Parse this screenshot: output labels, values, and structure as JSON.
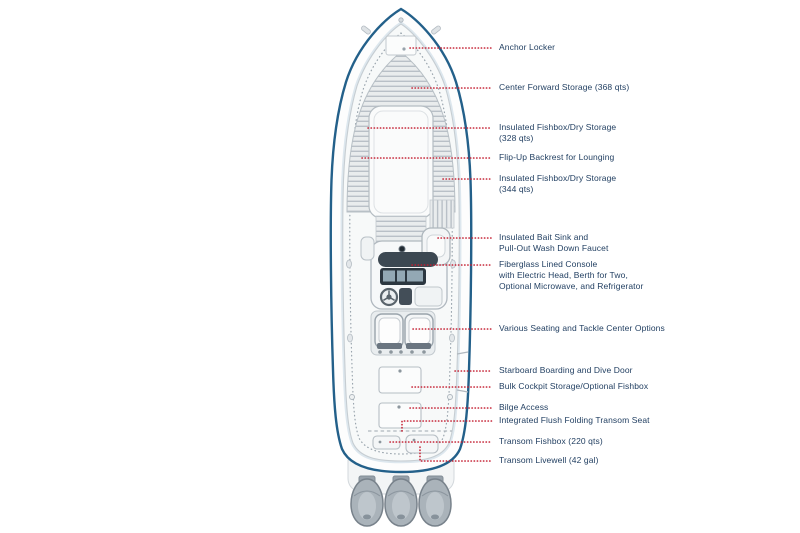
{
  "diagram": {
    "title": "",
    "subject": "center-console boat deck plan, top-down view, with feature callouts",
    "engine_count": 3
  },
  "colors": {
    "leader_line": "#c41e31",
    "label_text": "#1e3c5f",
    "hull_outline": "#23608a",
    "deck_shading": "#e9eced"
  },
  "callouts": [
    {
      "id": "anchor-locker",
      "text": "Anchor Locker"
    },
    {
      "id": "center-forward-storage",
      "text": "Center Forward Storage (368 qts)"
    },
    {
      "id": "fishbox-328",
      "text": "Insulated Fishbox/Dry Storage\n(328 qts)"
    },
    {
      "id": "flip-up-backrest",
      "text": "Flip-Up Backrest for Lounging"
    },
    {
      "id": "fishbox-344",
      "text": "Insulated Fishbox/Dry Storage\n(344 qts)"
    },
    {
      "id": "bait-sink",
      "text": "Insulated Bait Sink and\nPull-Out Wash Down Faucet"
    },
    {
      "id": "console",
      "text": "Fiberglass Lined Console\nwith Electric Head, Berth for Two,\nOptional Microwave, and Refrigerator"
    },
    {
      "id": "seating-options",
      "text": "Various Seating and Tackle Center Options"
    },
    {
      "id": "dive-door",
      "text": "Starboard Boarding and Dive Door"
    },
    {
      "id": "bulk-cockpit-storage",
      "text": "Bulk Cockpit Storage/Optional Fishbox"
    },
    {
      "id": "bilge-access",
      "text": "Bilge Access"
    },
    {
      "id": "transom-seat",
      "text": "Integrated Flush Folding Transom Seat"
    },
    {
      "id": "transom-fishbox",
      "text": "Transom Fishbox (220 qts)"
    },
    {
      "id": "transom-livewell",
      "text": "Transom Livewell (42 gal)"
    }
  ]
}
